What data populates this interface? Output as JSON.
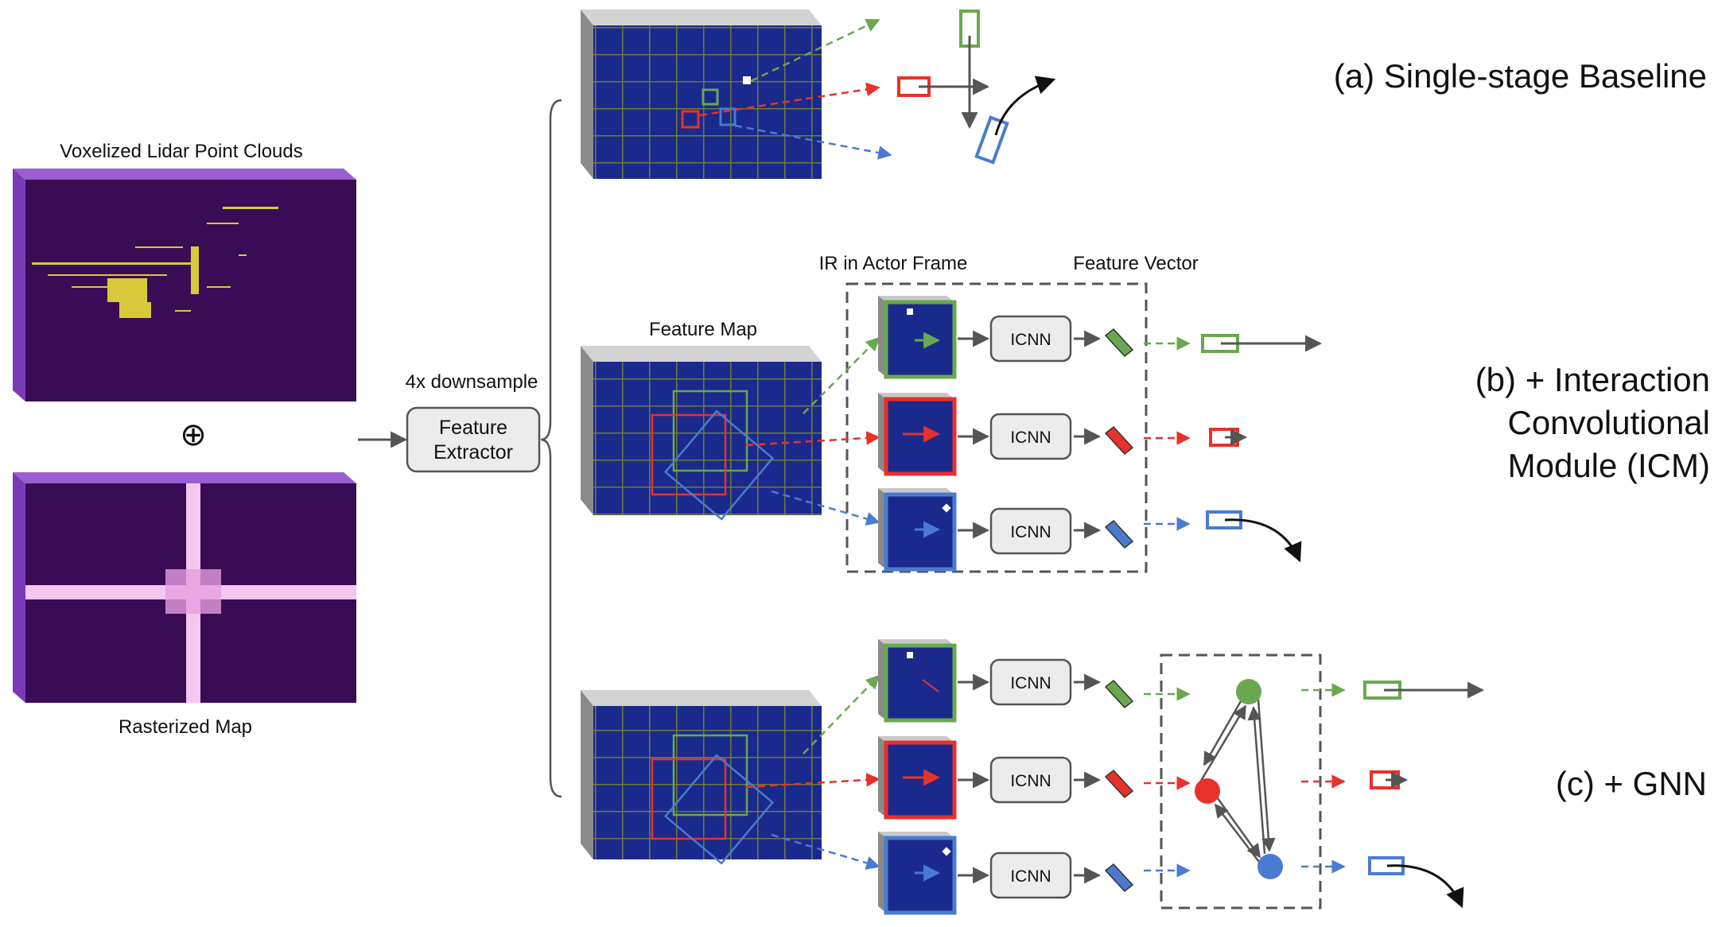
{
  "input": {
    "lidar_label": "Voxelized Lidar Point Clouds",
    "map_label": "Rasterized Map",
    "combine_symbol": "⊕",
    "downsample_label": "4x downsample",
    "extractor_label_1": "Feature",
    "extractor_label_2": "Extractor"
  },
  "rows": {
    "a": {
      "title": "(a) Single-stage Baseline"
    },
    "b": {
      "title_1": "(b) + Interaction",
      "title_2": "Convolutional",
      "title_3": "Module (ICM)",
      "feature_map_label": "Feature Map",
      "ir_label": "IR in Actor Frame",
      "vector_label": "Feature Vector",
      "icnn_labels": [
        "ICNN",
        "ICNN",
        "ICNN"
      ]
    },
    "c": {
      "title": "(c) + GNN",
      "icnn_labels": [
        "ICNN",
        "ICNN",
        "ICNN"
      ]
    }
  },
  "colors": {
    "green": "#6aa84f",
    "red": "#e8312a",
    "blue": "#4a7bd0",
    "feature_map_bg": "#1a2a8c",
    "lidar_bg": "#3a0c55",
    "lidar_side": "#7b3bb8",
    "map_road": "#f4c6f0",
    "gray_box": "#ececec"
  }
}
